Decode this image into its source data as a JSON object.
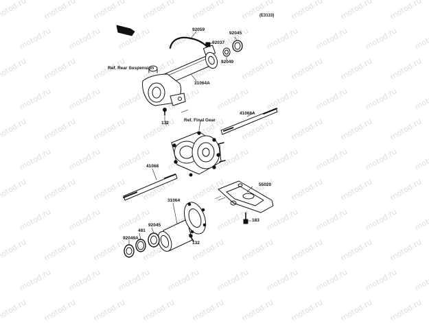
{
  "figure_code": "(E3133)",
  "front_tag": "FRONT",
  "watermark": "motod.ru",
  "refs": {
    "rear_suspension": "Ref. Rear Suspension",
    "final_gear": "Ref. Final Gear"
  },
  "parts": {
    "p92059": "92059",
    "p92037": "92037",
    "p92045_top": "92045",
    "p92049_top": "92049",
    "p31064A": "31064A",
    "p132_top": "132",
    "p41068A": "41068A",
    "p41068": "41068",
    "p55020": "55020",
    "p183": "183",
    "p31064": "31064",
    "p92045_bot": "92045",
    "p481": "481",
    "p92049A": "92049A",
    "p132_bot": "132"
  },
  "colors": {
    "ink": "#111111",
    "watermark": "#dcdcdc",
    "background": "#ffffff"
  }
}
